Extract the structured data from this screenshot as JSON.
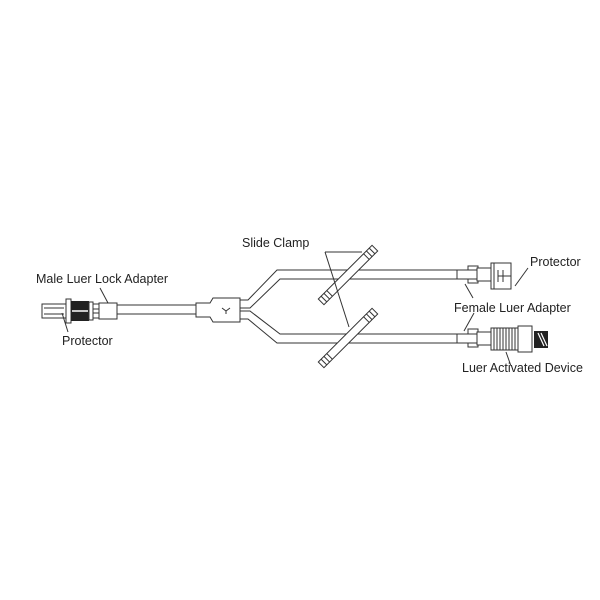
{
  "labels": {
    "slide_clamp": "Slide Clamp",
    "male_luer_lock_adapter": "Male Luer Lock Adapter",
    "protector_left": "Protector",
    "protector_right": "Protector",
    "female_luer_adapter": "Female Luer Adapter",
    "luer_activated_device": "Luer Activated Device"
  },
  "colors": {
    "line": "#333333",
    "background": "#ffffff",
    "dark_band": "#222222"
  }
}
